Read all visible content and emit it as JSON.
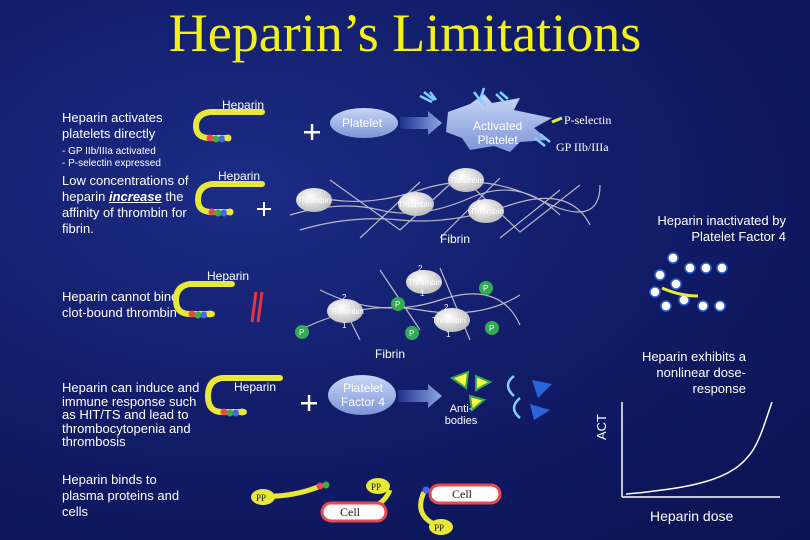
{
  "title": "Heparin’s Limitations",
  "row1": {
    "heading": "Heparin activates platelets directly",
    "bullets": [
      "- GP IIb/IIIa activated",
      "- P-selectin expressed"
    ],
    "heparin_label": "Heparin",
    "platelet_label": "Platelet",
    "activated_label_1": "Activated",
    "activated_label_2": "Platelet",
    "p_selectin": "P-selectin",
    "gp": "GP IIb/IIIa"
  },
  "row2": {
    "text_before": "Low concentrations of heparin ",
    "text_emph": "increase",
    "text_after": " the affinity of thrombin for fibrin.",
    "heparin_label": "Heparin",
    "thrombin_1": "Thrombin",
    "thrombin_2": "Thrombin",
    "thrombin_3": "Thrombin",
    "thrombin_4": "Thrombin",
    "fibrin": "Fibrin"
  },
  "row3": {
    "text": "Heparin cannot bind clot-bound thrombin",
    "heparin_label": "Heparin",
    "thrombin_a": "Thrombin",
    "thrombin_b": "Thrombin",
    "thrombin_c": "Thrombin",
    "num_2a": "2",
    "num_1a": "1",
    "num_2b": "2",
    "num_1b": "1",
    "num_2c": "2",
    "num_1c": "1",
    "p_marks": [
      "P",
      "P",
      "P",
      "P",
      "P"
    ],
    "fibrin": "Fibrin"
  },
  "row4": {
    "text": "Heparin can induce and immune response such as HIT/TS and lead to thrombocytopenia and thrombosis",
    "heparin_label": "Heparin",
    "pf4_1": "Platelet",
    "pf4_2": "Factor 4",
    "antibodies_1": "Anti-",
    "antibodies_2": "bodies"
  },
  "row5": {
    "text": "Heparin binds to plasma proteins and cells",
    "pp_1": "PP",
    "pp_2": "PP",
    "pp_3": "PP",
    "cell_1": "Cell",
    "cell_2": "Cell"
  },
  "right": {
    "inactivated": "Heparin inactivated by Platelet Factor 4",
    "nonlinear": "Heparin exhibits a nonlinear dose-response",
    "y_axis": "ACT",
    "x_axis": "Heparin dose"
  },
  "colors": {
    "title": "#f2f21a",
    "heparin_chain": "#e8e83a",
    "platelet": "#9ab0e8",
    "thrombin": "#d8d8d8",
    "p_marker": "#33aa55",
    "pf4": "#9ab0e8",
    "antibody": "#ffff40",
    "cell_border": "#e84850",
    "block_mark": "#e8343c"
  },
  "chart_data": {
    "type": "line",
    "title": "",
    "xlabel": "Heparin dose",
    "ylabel": "ACT",
    "x": [
      0,
      1,
      2,
      3,
      4,
      5,
      6,
      7,
      8,
      9,
      10
    ],
    "y": [
      0,
      0.1,
      0.25,
      0.4,
      0.6,
      0.85,
      1.2,
      1.7,
      2.5,
      4.0,
      7.5
    ],
    "grid": false
  }
}
